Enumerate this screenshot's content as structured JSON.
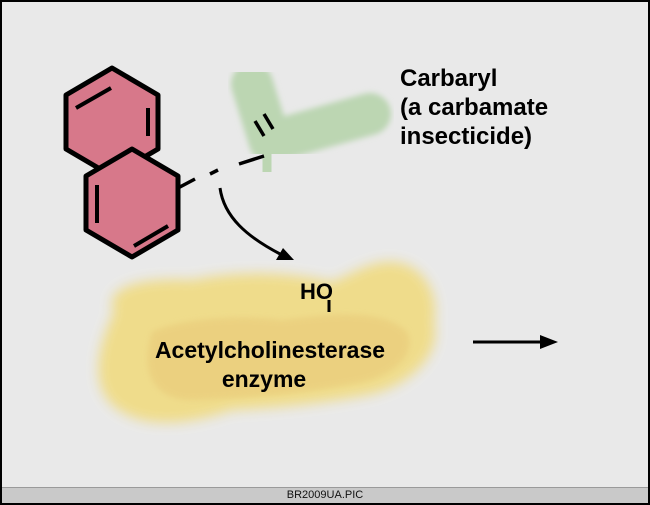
{
  "molecule_label": {
    "line1": "Carbaryl",
    "line2": "(a carbamate",
    "line3": "insecticide)"
  },
  "enzyme": {
    "group": "HO",
    "name_line1": "Acetylcholinesterase",
    "name_line2": "enzyme"
  },
  "footer": {
    "filename": "BR2009UA.PIC"
  },
  "colors": {
    "naphthalene_fill": "#d7788a",
    "carbamate_fill": "#bcd6b2",
    "enzyme_fill": "#f0dc86",
    "background": "#e9e9e9"
  }
}
